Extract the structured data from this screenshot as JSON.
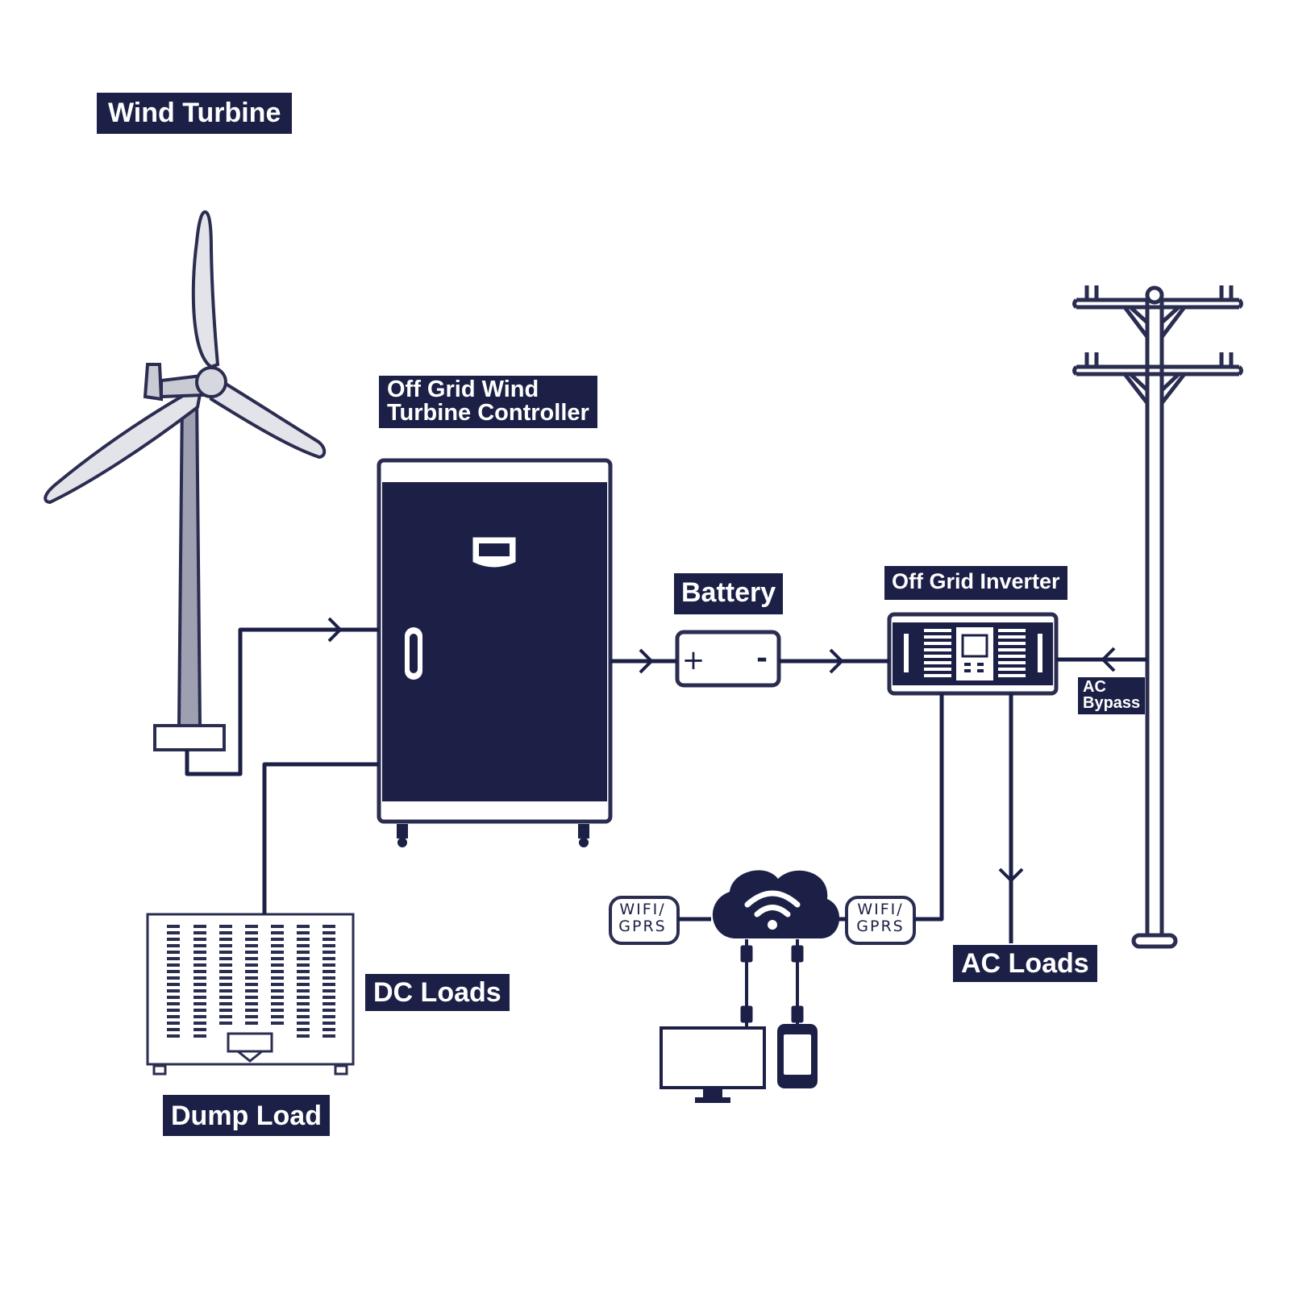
{
  "labels": {
    "wind_turbine": "Wind Turbine",
    "controller_line1": "Off Grid Wind",
    "controller_line2": "Turbine Controller",
    "battery": "Battery",
    "inverter": "Off Grid Inverter",
    "ac_bypass_line1": "AC",
    "ac_bypass_line2": "Bypass",
    "dc_loads": "DC Loads",
    "ac_loads": "AC Loads",
    "dump_load": "Dump Load"
  },
  "battery_terminals": {
    "positive": "+",
    "negative": "-"
  },
  "wifi_left": {
    "line1": "WIFI/",
    "line2": "GPRS"
  },
  "wifi_right": {
    "line1": "WIFI/",
    "line2": "GPRS"
  },
  "colors": {
    "navy": "#1c2046",
    "outline": "#2a2d50",
    "blade": "#e3e4ea",
    "background": "#ffffff"
  },
  "icons": [
    "wind-turbine-icon",
    "controller-cabinet-icon",
    "battery-icon",
    "inverter-icon",
    "utility-pole-icon",
    "cloud-wifi-icon",
    "monitor-icon",
    "smartphone-icon",
    "dump-load-icon"
  ]
}
